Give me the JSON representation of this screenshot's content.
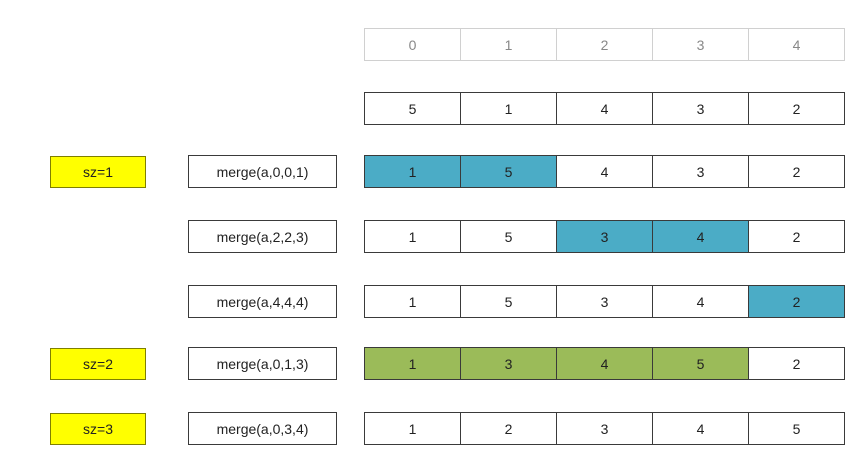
{
  "index_row": [
    "0",
    "1",
    "2",
    "3",
    "4"
  ],
  "initial_row": [
    "5",
    "1",
    "4",
    "3",
    "2"
  ],
  "colors": {
    "highlight_blue": "#4bacc6",
    "highlight_green": "#9bbb59",
    "size_label_bg": "#ffff00"
  },
  "steps": [
    {
      "size_label": "sz=1",
      "call": "merge(a,0,0,1)",
      "values": [
        "1",
        "5",
        "4",
        "3",
        "2"
      ],
      "highlight": "blue",
      "highlight_cells": [
        0,
        1
      ]
    },
    {
      "size_label": "",
      "call": "merge(a,2,2,3)",
      "values": [
        "1",
        "5",
        "3",
        "4",
        "2"
      ],
      "highlight": "blue",
      "highlight_cells": [
        2,
        3
      ]
    },
    {
      "size_label": "",
      "call": "merge(a,4,4,4)",
      "values": [
        "1",
        "5",
        "3",
        "4",
        "2"
      ],
      "highlight": "blue",
      "highlight_cells": [
        4
      ]
    },
    {
      "size_label": "sz=2",
      "call": "merge(a,0,1,3)",
      "values": [
        "1",
        "3",
        "4",
        "5",
        "2"
      ],
      "highlight": "green",
      "highlight_cells": [
        0,
        1,
        2,
        3
      ]
    },
    {
      "size_label": "sz=3",
      "call": "merge(a,0,3,4)",
      "values": [
        "1",
        "2",
        "3",
        "4",
        "5"
      ],
      "highlight": "",
      "highlight_cells": []
    }
  ]
}
